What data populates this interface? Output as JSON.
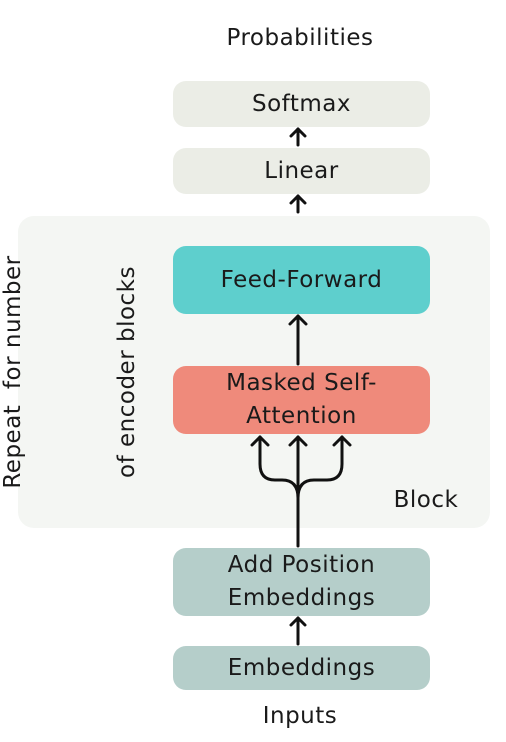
{
  "top_label": "Probabilities",
  "bottom_label": "Inputs",
  "boxes": {
    "softmax": "Softmax",
    "linear": "Linear",
    "feed_forward": "Feed-Forward",
    "masked_attention_line1": "Masked Self-",
    "masked_attention_line2": "Attention",
    "add_position_line1": "Add Position",
    "add_position_line2": "Embeddings",
    "embeddings": "Embeddings"
  },
  "block": {
    "label": "Block",
    "repeat_line1": "Repeat  for number",
    "repeat_line2": "of encoder blocks"
  },
  "colors": {
    "output_boxes": "#ebede6",
    "feed_forward": "#5ecfcd",
    "masked_attention": "#ef8a7b",
    "input_boxes": "#b5ceca",
    "block_panel": "#f4f6f3",
    "arrows": "#111111"
  }
}
